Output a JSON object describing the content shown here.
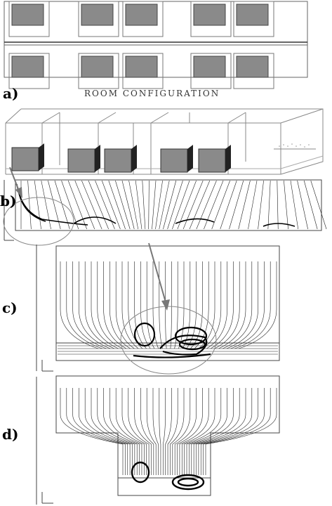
{
  "figure": {
    "title": "ROOM CONFIGURATION",
    "panels": [
      {
        "label": "a)"
      },
      {
        "label": "b)"
      },
      {
        "label": "c)"
      },
      {
        "label": "d)"
      }
    ]
  }
}
